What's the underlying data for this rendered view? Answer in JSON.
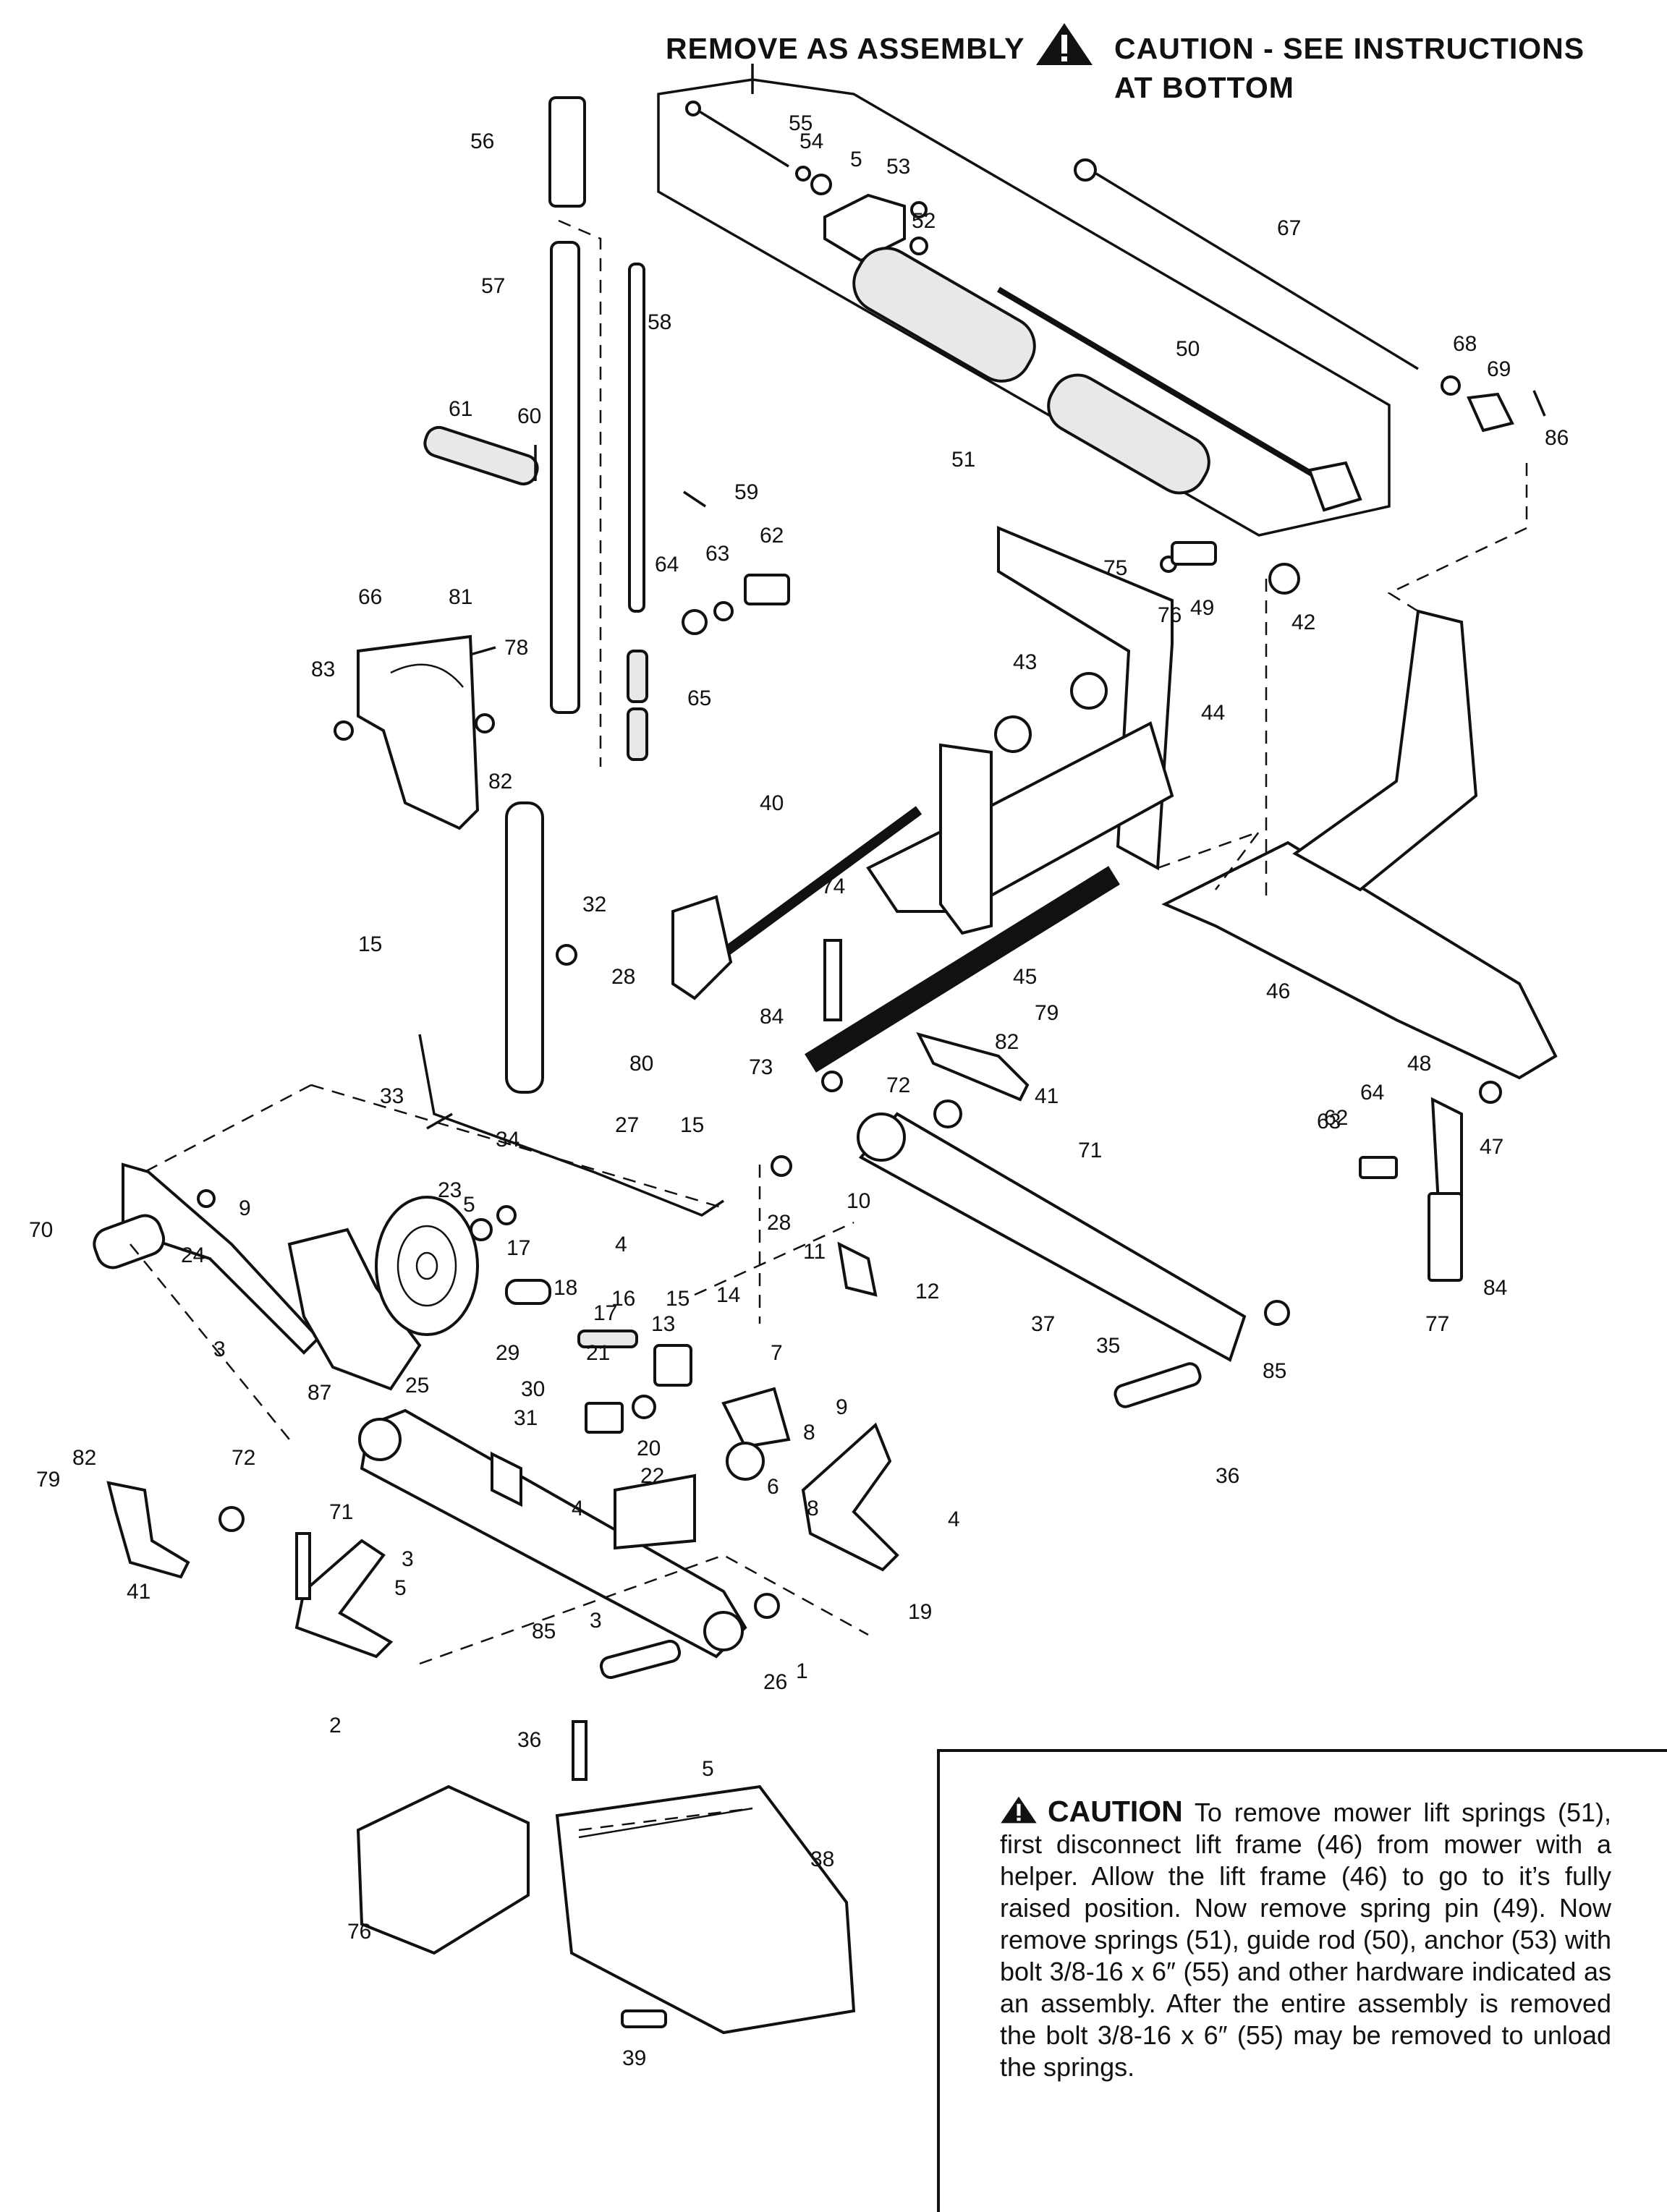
{
  "header": {
    "left_title": "REMOVE AS ASSEMBLY",
    "right_title_line1": "CAUTION - SEE INSTRUCTIONS",
    "right_title_line2": "AT BOTTOM"
  },
  "caution_note": {
    "heading": "CAUTION",
    "body": "To remove mower lift springs (51), first disconnect lift frame (46) from mower with a helper. Allow the lift frame (46) to go to it’s fully raised position. Now remove spring pin (49). Now remove springs (51), guide rod (50), anchor (53) with bolt 3/8-16 x 6″ (55) and other hardware indicated as an assembly. After the entire assembly is removed the bolt 3/8-16 x 6″ (55) may be removed to unload the springs."
  },
  "callouts": [
    "55",
    "54",
    "5",
    "53",
    "52",
    "67",
    "50",
    "51",
    "68",
    "69",
    "86",
    "56",
    "57",
    "58",
    "61",
    "60",
    "59",
    "64",
    "63",
    "62",
    "75",
    "76",
    "49",
    "42",
    "66",
    "81",
    "78",
    "83",
    "82",
    "65",
    "43",
    "44",
    "40",
    "32",
    "28",
    "74",
    "84",
    "45",
    "79",
    "82",
    "15",
    "80",
    "73",
    "72",
    "41",
    "71",
    "46",
    "48",
    "64",
    "63",
    "62",
    "47",
    "33",
    "34",
    "27",
    "15",
    "28",
    "10",
    "12",
    "11",
    "37",
    "35",
    "36",
    "85",
    "84",
    "77",
    "70",
    "9",
    "24",
    "23",
    "5",
    "4",
    "17",
    "18",
    "17",
    "16",
    "15",
    "14",
    "13",
    "3",
    "87",
    "25",
    "29",
    "21",
    "30",
    "31",
    "20",
    "22",
    "7",
    "8",
    "9",
    "8",
    "6",
    "4",
    "79",
    "82",
    "72",
    "41",
    "71",
    "3",
    "5",
    "4",
    "19",
    "2",
    "26",
    "1",
    "85",
    "3",
    "5",
    "36",
    "76",
    "38",
    "39",
    "75"
  ]
}
